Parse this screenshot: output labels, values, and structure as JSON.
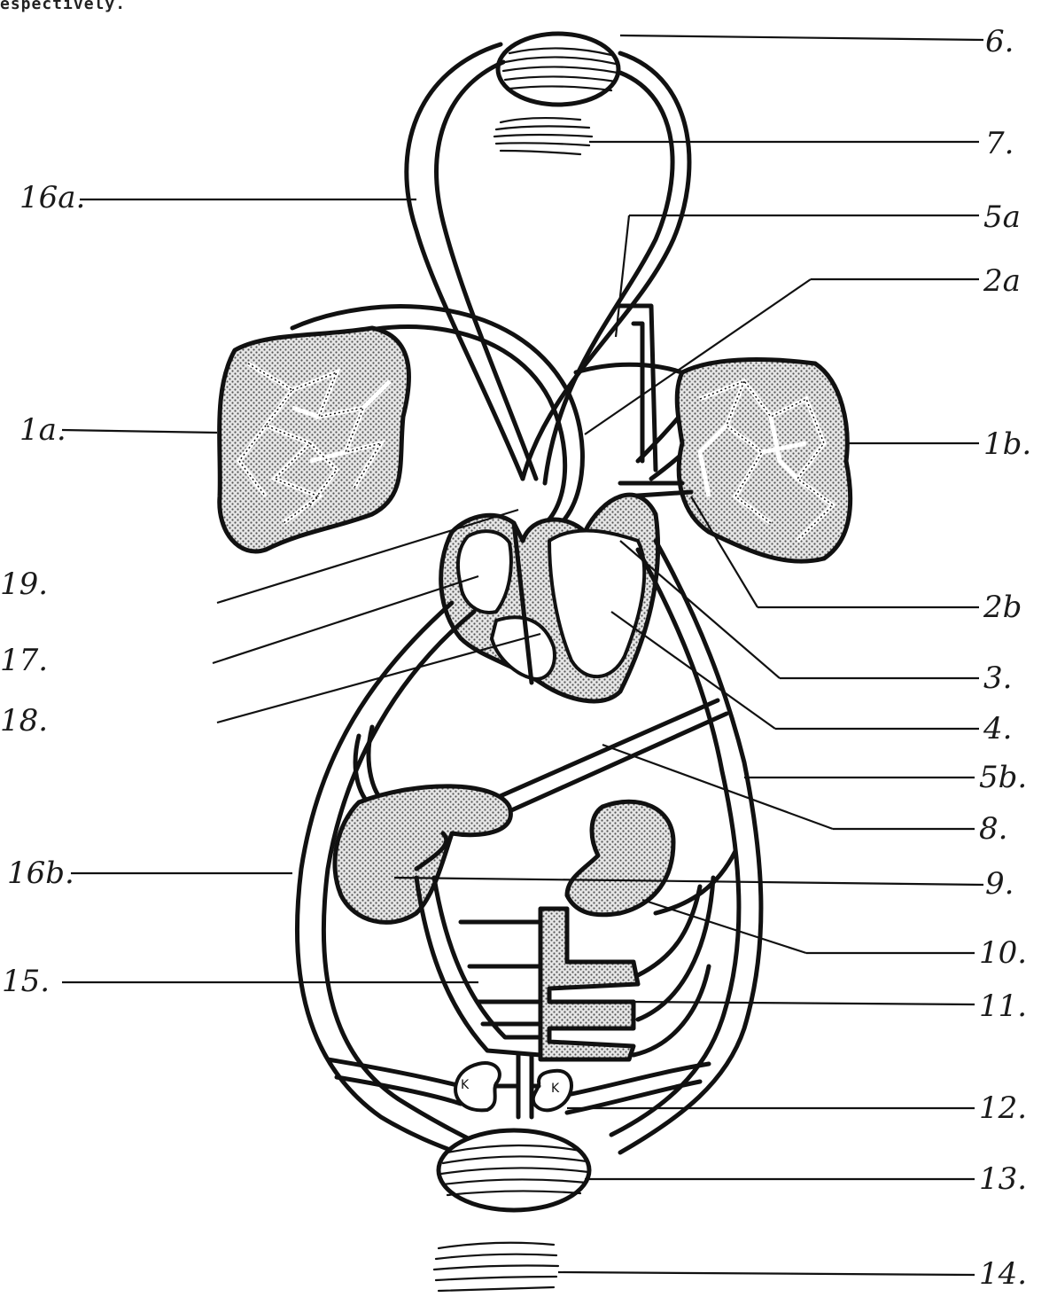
{
  "header_fragment": "espectively.",
  "labels": {
    "l6": "6.",
    "l7": "7.",
    "l16a": "16a.",
    "l5a": "5a",
    "l2a": "2a",
    "l1a": "1a.",
    "l1b": "1b.",
    "l19": "19.",
    "l2b": "2b",
    "l17": "17.",
    "l3": "3.",
    "l18": "18.",
    "l4": "4.",
    "l5b": "5b.",
    "l8": "8.",
    "l16b": "16b.",
    "l9": "9.",
    "l10": "10.",
    "l15": "15.",
    "l11": "11.",
    "l12": "12.",
    "l13": "13.",
    "l14": "14."
  },
  "kidney_marks": {
    "left": "K",
    "right": "K"
  }
}
